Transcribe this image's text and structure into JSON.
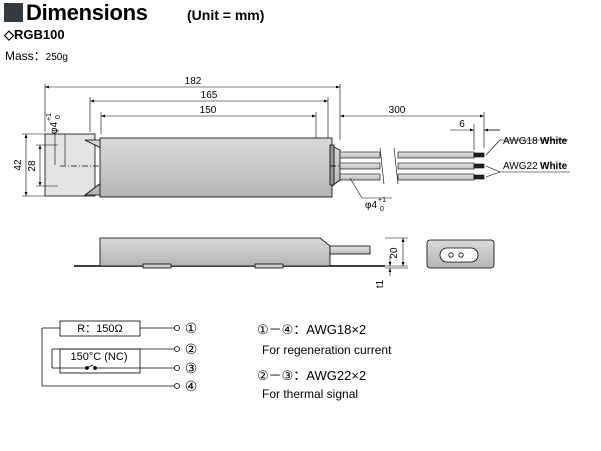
{
  "header": {
    "title": "Dimensions",
    "unit": "(Unit = mm)",
    "model": "◇RGB100",
    "mass_label": "Mass：",
    "mass_value": "250g"
  },
  "dimensions": {
    "overall_length": "182",
    "body_length": "165",
    "mount_pitch": "150",
    "lead_length": "300",
    "strip_length": "6",
    "hole_dia_top": "φ4",
    "hole_tol_top": "+1",
    "hole_tol_bottom": "0",
    "height": "42",
    "mount_height": "28",
    "side_height": "20",
    "base_thickness": "t1",
    "wire_thick_label": "AWG18",
    "wire_thin_label": "AWG22",
    "wire_color": "White"
  },
  "circuit": {
    "resistor_label": "R：150Ω",
    "thermostat_label": "150°C (NC)",
    "terminals": [
      "①",
      "②",
      "③",
      "④"
    ]
  },
  "legend": {
    "pair1": "①－④：AWG18×2",
    "pair1_desc": "For regeneration current",
    "pair2": "②－③：AWG22×2",
    "pair2_desc": "For thermal signal"
  },
  "colors": {
    "body_fill": "#cdcdcd",
    "body_fill_dark": "#b8b8b8",
    "header_square": "#333a40"
  }
}
